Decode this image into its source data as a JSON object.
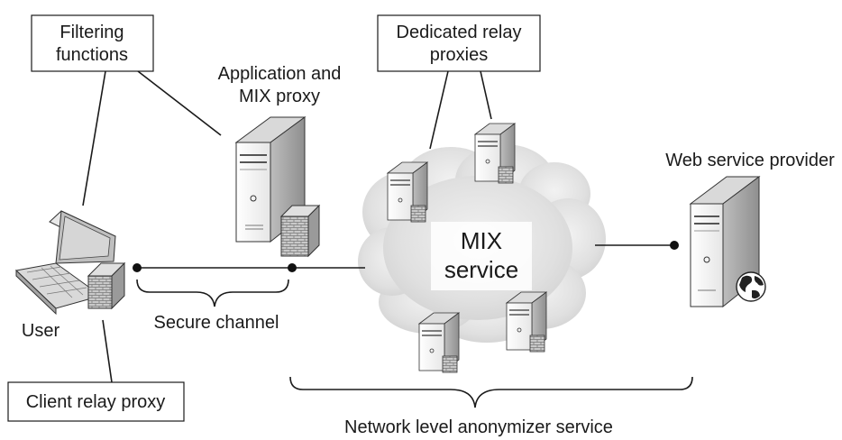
{
  "labels": {
    "filtering_functions_line1": "Filtering",
    "filtering_functions_line2": "functions",
    "app_mix_proxy_line1": "Application and",
    "app_mix_proxy_line2": "MIX proxy",
    "dedicated_relay_line1": "Dedicated relay",
    "dedicated_relay_line2": "proxies",
    "web_service_provider": "Web service provider",
    "mix_service_line1": "MIX",
    "mix_service_line2": "service",
    "user": "User",
    "secure_channel": "Secure channel",
    "client_relay_proxy": "Client relay proxy",
    "network_anonymizer": "Network level anonymizer service"
  },
  "icons": [
    "laptop-icon",
    "firewall-icon",
    "server-icon",
    "globe-icon",
    "cloud-icon"
  ]
}
